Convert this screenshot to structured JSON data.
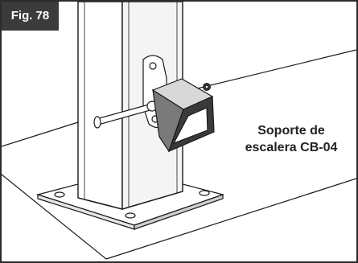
{
  "figure": {
    "label": "Fig. 78",
    "caption_line1": "Soporte de",
    "caption_line2": "escalera CB-04"
  },
  "colors": {
    "frame_border": "#2b2b2b",
    "label_background": "#3b3b3b",
    "label_text": "#ffffff",
    "line_art": "#1a1a1a",
    "part_dark": "#3a3a3a",
    "part_mid": "#7a7a7a",
    "part_light": "#d8d8d8"
  }
}
